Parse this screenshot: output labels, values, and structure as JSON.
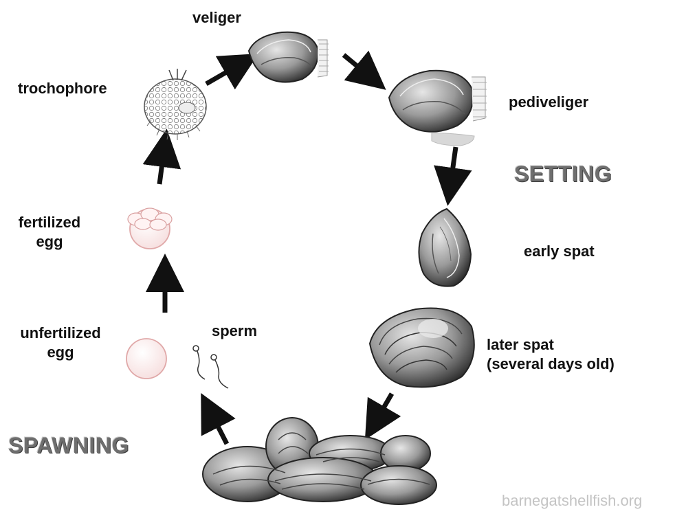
{
  "stages": {
    "veliger": "veliger",
    "trochophore": "trochophore",
    "pediveliger": "pediveliger",
    "fertilized_line1": "fertilized",
    "fertilized_line2": "egg",
    "unfertilized_line1": "unfertilized",
    "unfertilized_line2": "egg",
    "sperm": "sperm",
    "early_spat": "early spat",
    "later_spat_line1": "later spat",
    "later_spat_line2": "(several days old)"
  },
  "phases": {
    "setting": "SETTING",
    "spawning": "SPAWNING"
  },
  "watermark": "barnegatshellfish.org",
  "colors": {
    "text": "#111111",
    "phase_text": "#6e6e6e",
    "egg_fill": "#fbeeee",
    "egg_stroke": "#e0a8a8",
    "shell_dark": "#3a3a3a",
    "shell_light": "#d9d9d9",
    "watermark": "#c4c4c4"
  },
  "icons": [
    "arrow-icon",
    "veliger-icon",
    "trochophore-icon",
    "pediveliger-icon",
    "fertilized-egg-icon",
    "unfertilized-egg-icon",
    "sperm-icon",
    "early-spat-icon",
    "later-spat-icon",
    "adult-oysters-icon"
  ]
}
